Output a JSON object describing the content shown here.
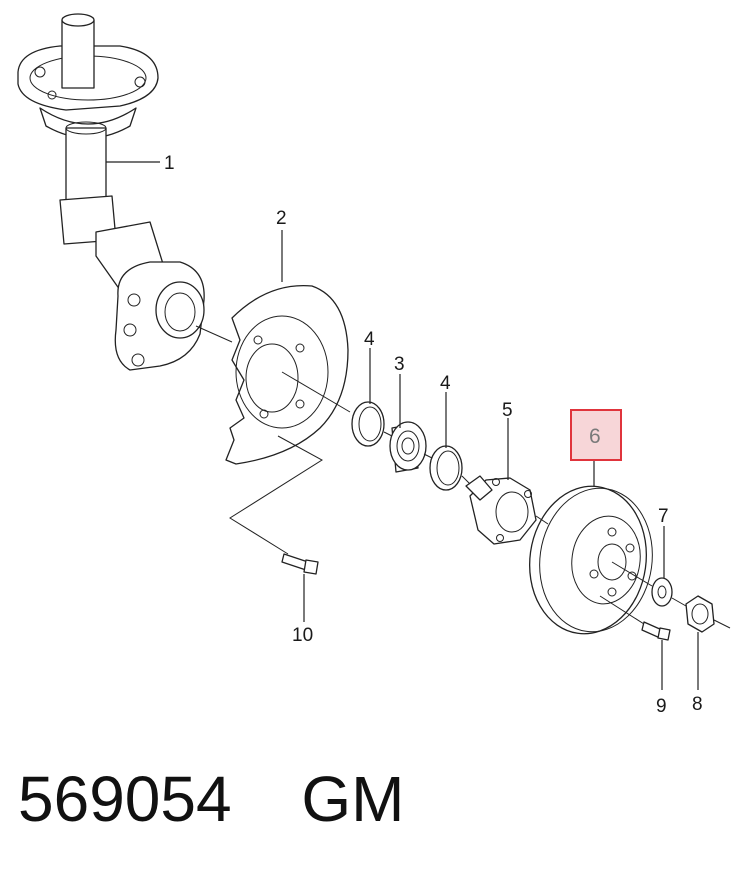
{
  "diagram": {
    "callouts": [
      {
        "label": "1"
      },
      {
        "label": "2"
      },
      {
        "label": "3"
      },
      {
        "label": "4"
      },
      {
        "label": "4"
      },
      {
        "label": "5"
      },
      {
        "label": "6",
        "highlighted": true
      },
      {
        "label": "7"
      },
      {
        "label": "8"
      },
      {
        "label": "9"
      },
      {
        "label": "10"
      }
    ],
    "highlight_color": "#e0343c",
    "highlight_fill": "#f7d6d8"
  },
  "footer": {
    "part_number": "569054",
    "brand": "GM"
  }
}
